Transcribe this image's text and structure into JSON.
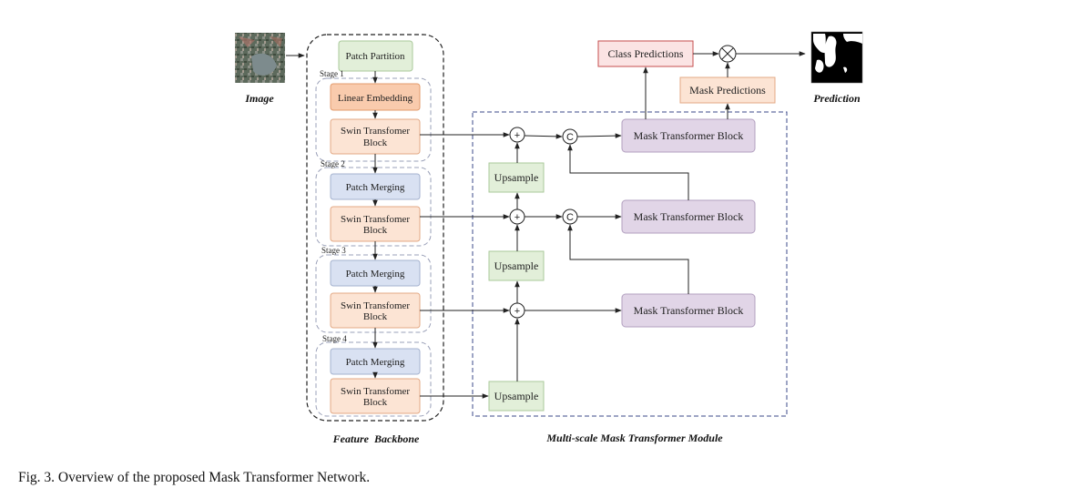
{
  "labels": {
    "image": "Image",
    "prediction": "Prediction",
    "feature_backbone": "Feature  Backbone",
    "multi_scale": "Multi-scale Mask Transformer Module"
  },
  "backbone": {
    "patch_partition": "Patch Partition",
    "stage1": "Stage 1",
    "stage2": "Stage 2",
    "stage3": "Stage 3",
    "stage4": "Stage 4",
    "linear_embedding": "Linear Embedding",
    "patch_merging": "Patch Merging",
    "swin_line1": "Swin Transfomer",
    "swin_line2": "Block"
  },
  "module": {
    "upsample": "Upsample",
    "mask_transformer_block": "Mask Transformer Block",
    "class_predictions": "Class Predictions",
    "mask_predictions": "Mask Predictions",
    "plus": "+",
    "concat": "C"
  },
  "caption": "Fig. 3.  Overview of the proposed Mask Transformer Network.",
  "colors": {
    "green_fill": "#e2efd9",
    "green_stroke": "#a9c99a",
    "orange_fill": "#f9cbad",
    "orange_stroke": "#e39b6c",
    "peach_fill": "#fce4d4",
    "peach_stroke": "#e3a985",
    "blue_fill": "#d9e1f2",
    "blue_stroke": "#a4b2cf",
    "purple_fill": "#e1d5e7",
    "purple_stroke": "#b29fbf",
    "red_fill": "#fbe4e4",
    "red_stroke": "#c44e4e",
    "dashed_blue": "#3b4a8a"
  }
}
